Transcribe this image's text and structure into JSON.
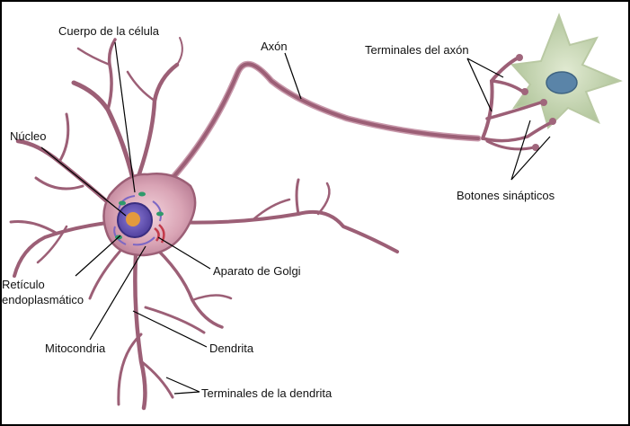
{
  "diagram": {
    "labels": {
      "cell_body": "Cuerpo de la célula",
      "axon": "Axón",
      "axon_terminals": "Terminales del axón",
      "nucleus": "Núcleo",
      "synaptic_buttons": "Botones sinápticos",
      "er_line1": "Retículo",
      "er_line2": "endoplasmático",
      "golgi": "Aparato de Golgi",
      "mitochondria": "Mitocondria",
      "dendrite": "Dendrita",
      "dendrite_terminals": "Terminales de la dendrita"
    },
    "colors": {
      "membrane": "#9c5f76",
      "membrane_light": "#c99aac",
      "soma_fill": "#d8a8b8",
      "nucleus_fill": "#6a57b8",
      "nucleolus": "#e39a3e",
      "target_cell": "#c7d6b2",
      "target_nucleus": "#5a84a8",
      "leader": "#000000"
    }
  }
}
